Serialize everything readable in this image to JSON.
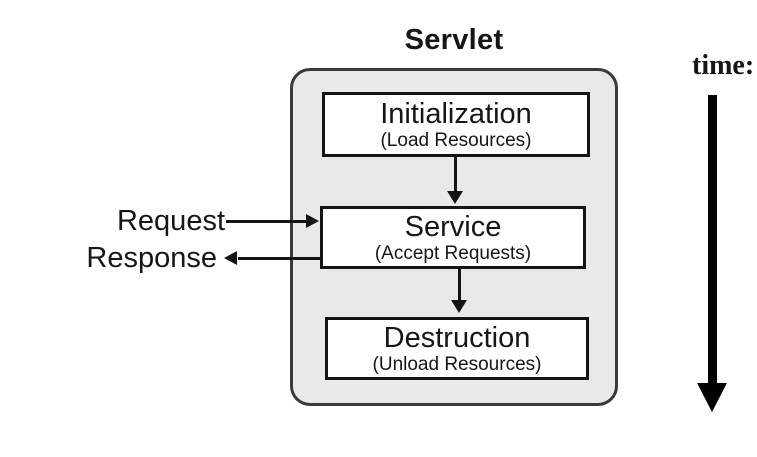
{
  "title": "Servlet",
  "diagram": {
    "stages": [
      {
        "name": "Initialization",
        "subtitle": "(Load Resources)"
      },
      {
        "name": "Service",
        "subtitle": "(Accept Requests)"
      },
      {
        "name": "Destruction",
        "subtitle": "(Unload Resources)"
      }
    ],
    "io": {
      "request_label": "Request",
      "response_label": "Response"
    },
    "time_axis_label": "time:"
  },
  "colors": {
    "container_fill": "#e9e9e9",
    "container_border": "#3a3a3a",
    "box_fill": "#ffffff",
    "box_border": "#141414",
    "text": "#161616",
    "time_arrow": "#000000",
    "background": "#ffffff"
  }
}
